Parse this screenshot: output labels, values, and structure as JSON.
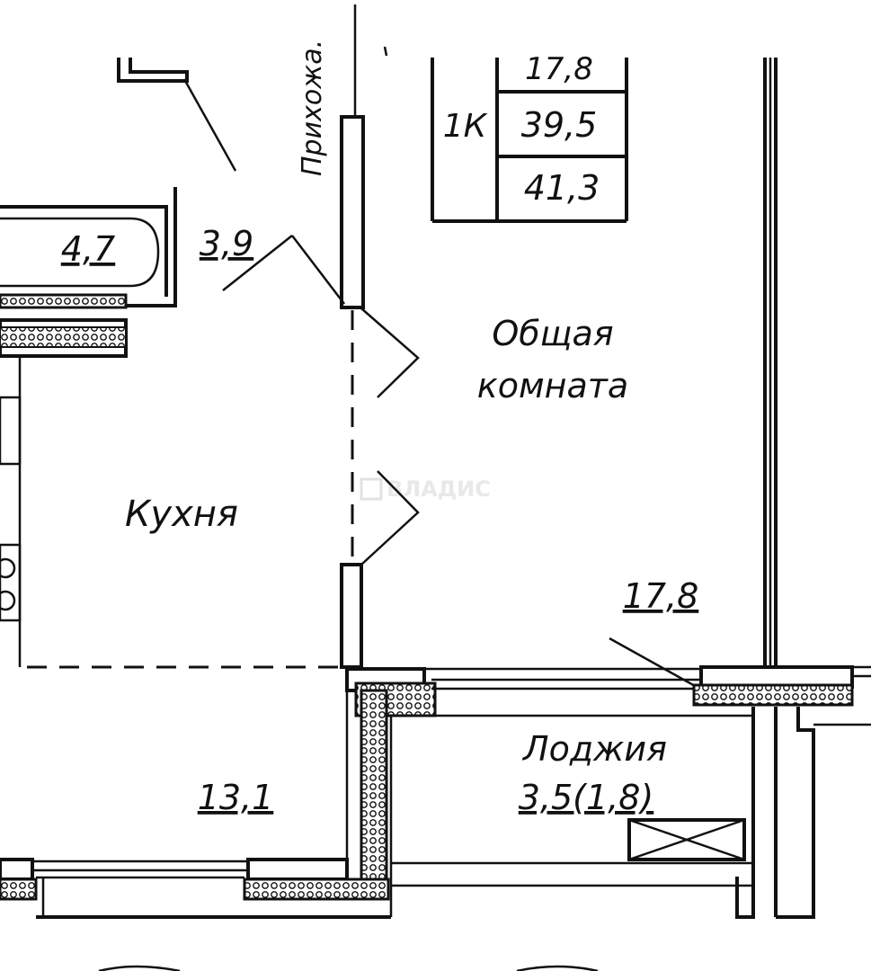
{
  "table": {
    "row_top": "17,8",
    "type": "1К",
    "living_area": "39,5",
    "total_area": "41,3"
  },
  "rooms": {
    "hall": "Прихожа.",
    "bathroom_area": "4,7",
    "hall_area": "3,9",
    "living_room_line1": "Общая",
    "living_room_line2": "комната",
    "living_room_area": "17,8",
    "kitchen": "Кухня",
    "kitchen_area": "13,1",
    "loggia": "Лоджия",
    "loggia_area": "3,5(1,8)"
  },
  "watermark": "ВЛАДИС"
}
